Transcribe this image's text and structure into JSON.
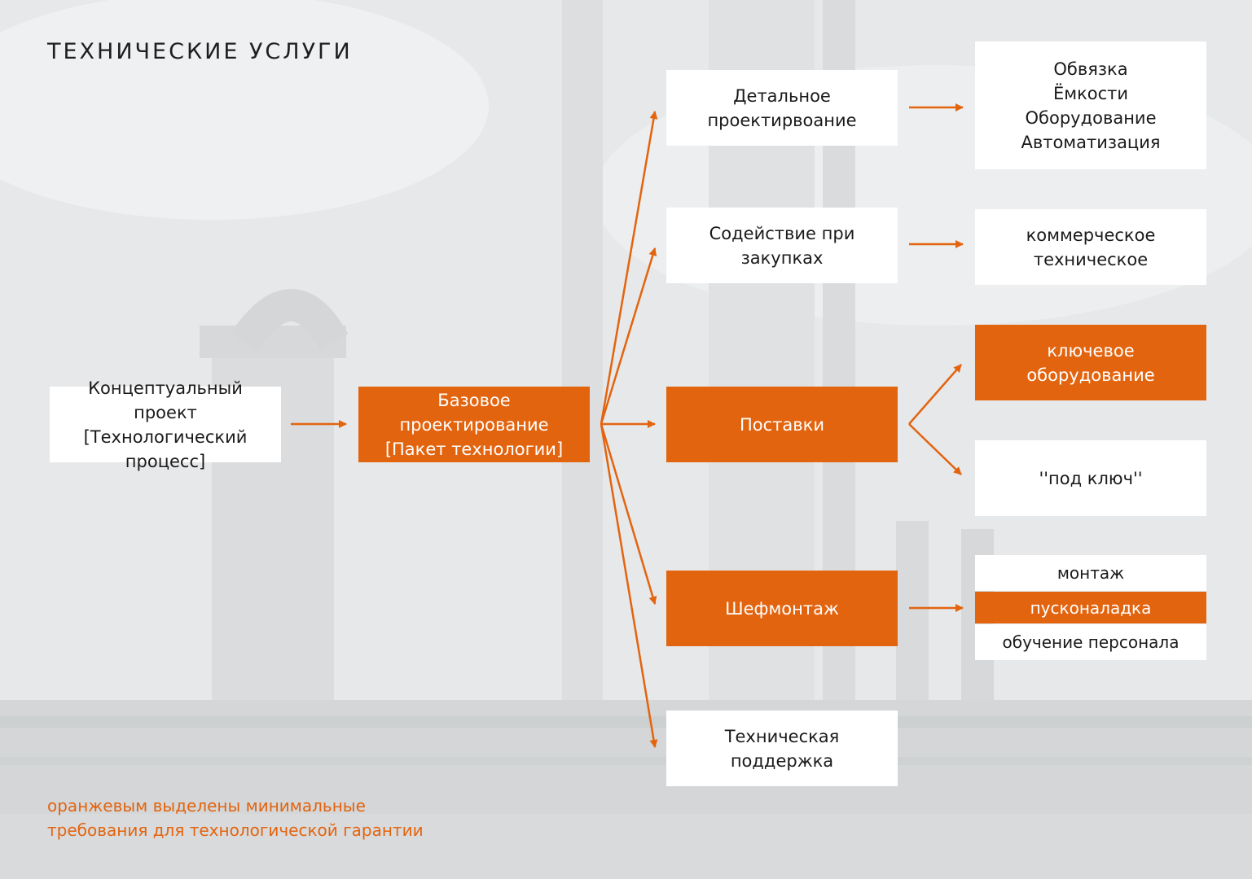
{
  "title": "ТЕХНИЧЕСКИЕ УСЛУГИ",
  "colors": {
    "accent": "#e3640f",
    "box": "#ffffff",
    "text": "#1a1a1a"
  },
  "nodes": {
    "concept": "Концептуальный проект\n[Технологический\nпроцесс]",
    "basic": "Базовое проектирование\n[Пакет технологии]",
    "detail": "Детальное\nпроектирвоание",
    "procurement": "Содействие при\nзакупках",
    "supply": "Поставки",
    "supervision": "Шефмонтаж",
    "support": "Техническая\nподдержка",
    "detail_items": "Обвязка\nЁмкости\nОборудование\nАвтоматизация",
    "procurement_items": "коммерческое\nтехническое",
    "key_equipment": "ключевое\nоборудование",
    "turnkey": "''под ключ''",
    "installation": "монтаж",
    "commissioning": "пусконаладка",
    "training": "обучение персонала"
  },
  "note": "оранжевым выделены минимальные\nтребования для технологической гарантии"
}
